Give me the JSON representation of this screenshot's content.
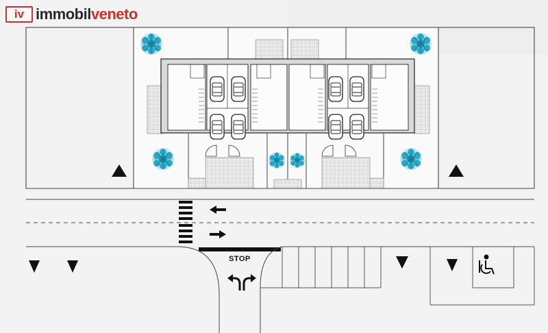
{
  "brand": {
    "badge": "iv",
    "name_part1": "immobil",
    "name_part2": "veneto",
    "accent_color": "#c9312b"
  },
  "road": {
    "stop_text": "STOP"
  },
  "symbols": {
    "tree": "tree-icon",
    "triangle": "triangle-marker-icon",
    "car": "car-icon",
    "accessible": "wheelchair-icon"
  },
  "colors": {
    "tree": "#2aa9c6",
    "lines": "#222222",
    "paving": "#bdbdbd"
  }
}
